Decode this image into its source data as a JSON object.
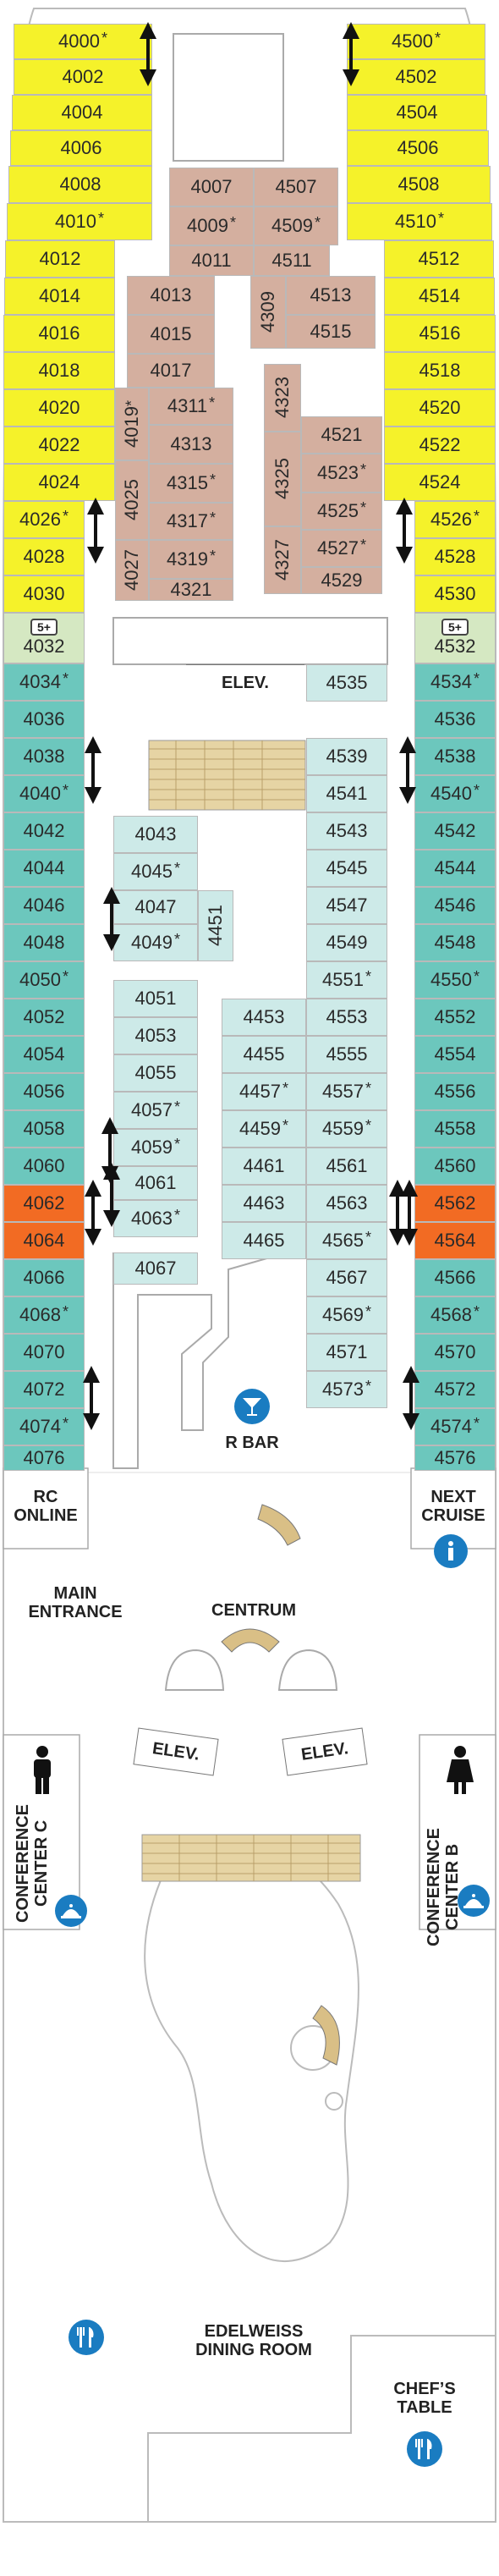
{
  "cabins": {
    "c4000": "4000",
    "c4002": "4002",
    "c4004": "4004",
    "c4006": "4006",
    "c4008": "4008",
    "c4010": "4010",
    "c4012": "4012",
    "c4014": "4014",
    "c4016": "4016",
    "c4018": "4018",
    "c4020": "4020",
    "c4022": "4022",
    "c4024": "4024",
    "c4026": "4026",
    "c4028": "4028",
    "c4030": "4030",
    "c4032": "4032",
    "c4034": "4034",
    "c4036": "4036",
    "c4038": "4038",
    "c4040": "4040",
    "c4042": "4042",
    "c4044": "4044",
    "c4046": "4046",
    "c4048": "4048",
    "c4050": "4050",
    "c4052": "4052",
    "c4054": "4054",
    "c4056": "4056",
    "c4058": "4058",
    "c4060": "4060",
    "c4062": "4062",
    "c4064": "4064",
    "c4066": "4066",
    "c4068": "4068",
    "c4070": "4070",
    "c4072": "4072",
    "c4074": "4074",
    "c4076": "4076",
    "c4500": "4500",
    "c4502": "4502",
    "c4504": "4504",
    "c4506": "4506",
    "c4508": "4508",
    "c4510": "4510",
    "c4512": "4512",
    "c4514": "4514",
    "c4516": "4516",
    "c4518": "4518",
    "c4520": "4520",
    "c4522": "4522",
    "c4524": "4524",
    "c4526": "4526",
    "c4528": "4528",
    "c4530": "4530",
    "c4532": "4532",
    "c4534": "4534",
    "c4536": "4536",
    "c4538": "4538",
    "c4540": "4540",
    "c4542": "4542",
    "c4544": "4544",
    "c4546": "4546",
    "c4548": "4548",
    "c4550": "4550",
    "c4552": "4552",
    "c4554": "4554",
    "c4556": "4556",
    "c4558": "4558",
    "c4560": "4560",
    "c4562": "4562",
    "c4564": "4564",
    "c4566": "4566",
    "c4568": "4568",
    "c4570": "4570",
    "c4572": "4572",
    "c4574": "4574",
    "c4576": "4576",
    "c4007": "4007",
    "c4009": "4009",
    "c4011": "4011",
    "c4013": "4013",
    "c4015": "4015",
    "c4017": "4017",
    "c4019": "4019",
    "c4025": "4025",
    "c4027": "4027",
    "c4311": "4311",
    "c4313": "4313",
    "c4315": "4315",
    "c4317": "4317",
    "c4319": "4319",
    "c4321": "4321",
    "c4507": "4507",
    "c4509": "4509",
    "c4511": "4511",
    "c4309": "4309",
    "c4513": "4513",
    "c4515": "4515",
    "c4323": "4323",
    "c4325": "4325",
    "c4327": "4327",
    "c4521": "4521",
    "c4523": "4523",
    "c4525": "4525",
    "c4527": "4527",
    "c4529": "4529",
    "c4535": "4535",
    "c4539": "4539",
    "c4541": "4541",
    "c4543": "4543",
    "c4545": "4545",
    "c4547": "4547",
    "c4549": "4549",
    "c4551": "4551",
    "c4553": "4553",
    "c4555": "4555",
    "c4557": "4557",
    "c4559": "4559",
    "c4561": "4561",
    "c4563": "4563",
    "c4565": "4565",
    "c4567": "4567",
    "c4569": "4569",
    "c4571": "4571",
    "c4573": "4573",
    "c4453": "4453",
    "c4455": "4455",
    "c4457": "4457",
    "c4459": "4459",
    "c4461": "4461",
    "c4463": "4463",
    "c4465": "4465",
    "c4043": "4043",
    "c4045": "4045",
    "c4047": "4047",
    "c4049": "4049",
    "c4451": "4451",
    "c4051": "4051",
    "c4053": "4053",
    "c4055": "4055",
    "c4057": "4057",
    "c4059": "4059",
    "c4061": "4061",
    "c4063": "4063",
    "c4067": "4067"
  },
  "star": "*",
  "labels": {
    "elev_upper": "ELEV.",
    "r_bar": "R BAR",
    "rc_online": "RC\nONLINE",
    "next_cruise": "NEXT\nCRUISE",
    "main_entrance": "MAIN\nENTRANCE",
    "centrum": "CENTRUM",
    "elev_left": "ELEV.",
    "elev_right": "ELEV.",
    "conference_c": "CONFERENCE\nCENTER C",
    "conference_b": "CONFERENCE\nCENTER B",
    "edelweiss": "EDELWEISS\nDINING ROOM",
    "chefs_table": "CHEF’S\nTABLE",
    "five_plus": "5+"
  },
  "colors": {
    "balcony_yellow": "#f5f22a",
    "oceanview_teal": "#6cc7bd",
    "interior_lightblue": "#cdeae8",
    "suite_tan": "#d4af9f",
    "family_green": "#d5e8c2",
    "accessible_orange": "#f26b23",
    "icon_blue": "#1a7cc1"
  }
}
